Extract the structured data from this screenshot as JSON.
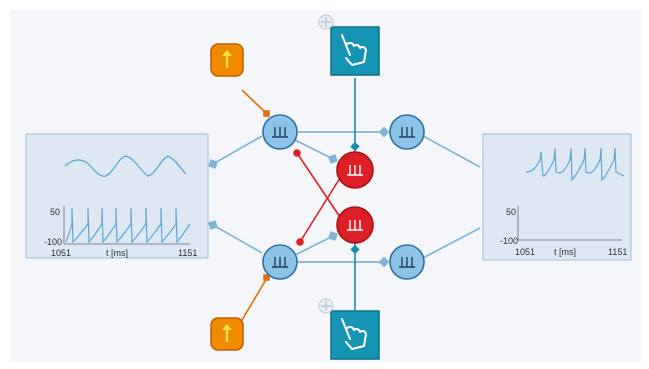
{
  "colors": {
    "background": "#f4f6f9",
    "neuron_blue": "#8ec3e8",
    "neuron_blue_stroke": "#2f6fa3",
    "neuron_red": "#dd2028",
    "neuron_red_stroke": "#a81218",
    "connection_blue": "#7fb4d6",
    "connection_red": "#dd2028",
    "stimulus_orange": "#f08a00",
    "stimulus_orange_stroke": "#c25e00",
    "stimulus_orange_arrow": "#fbe04a",
    "poke_teal": "#1594b4",
    "poke_teal_stroke": "#0e6f88",
    "panel_fill": "#dde8f3",
    "panel_stroke": "#a9c6df",
    "trace": "#5ba8d9"
  },
  "icons": {
    "move_handle": "move-crosshair-icon",
    "poke_device": "pointing-hand-icon",
    "current_generator": "up-arrow-icon",
    "neuron": "spike-train-icon"
  },
  "left_recorder": {
    "y_tick_top": "50",
    "y_tick_bottom": "-100",
    "x_tick_start": "1051",
    "x_label": "t [ms]",
    "x_tick_end": "1151"
  },
  "right_recorder": {
    "y_tick_top": "50",
    "y_tick_bottom": "-100",
    "x_tick_start": "1051",
    "x_label": "t [ms]",
    "x_tick_end": "1151"
  }
}
